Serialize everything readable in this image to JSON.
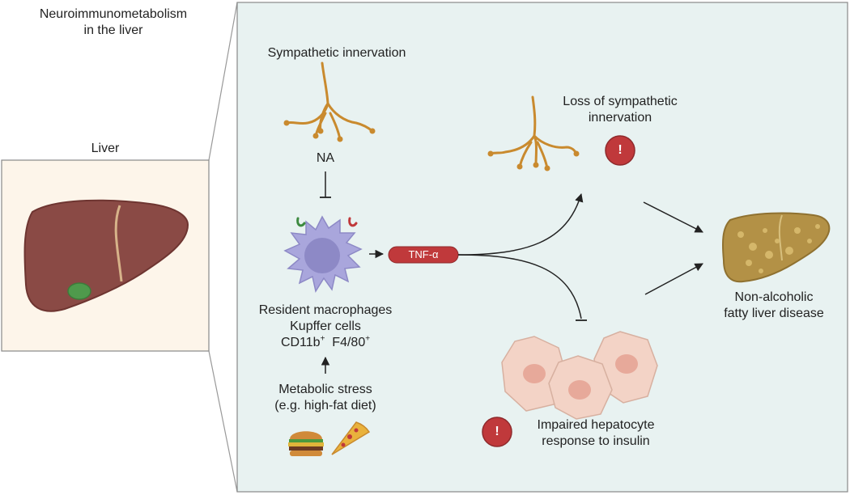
{
  "header": {
    "title_line1": "Neuroimmunometabolism",
    "title_line2": "in the liver"
  },
  "inset": {
    "label": "Liver"
  },
  "panel": {
    "sympathetic": "Sympathetic innervation",
    "na": "NA",
    "macrophage": {
      "line1": "Resident macrophages",
      "line2": "Kupffer cells",
      "marker1": "CD11b",
      "marker1_sup": "+",
      "marker2": "F4/80",
      "marker2_sup": "+"
    },
    "stress": {
      "line1": "Metabolic stress",
      "line2": "(e.g. high-fat diet)"
    },
    "tnf": "TNF-α",
    "loss": {
      "line1": "Loss of sympathetic",
      "line2": "innervation"
    },
    "impaired": {
      "line1": "Impaired hepatocyte",
      "line2": "response to insulin"
    },
    "nafld": {
      "line1": "Non-alcoholic",
      "line2": "fatty liver disease"
    },
    "alert_symbol": "!"
  },
  "colors": {
    "panel_bg": "#e8f2f1",
    "inset_bg": "#fdf5ea",
    "nerve": "#c98a2e",
    "macrophage": "#a9a6dc",
    "tnf": "#c0393b",
    "alert": "#c0393b",
    "liver": "#8a4a45",
    "fatty_liver": "#b39146",
    "hepatocyte": "#f3d3c6"
  }
}
